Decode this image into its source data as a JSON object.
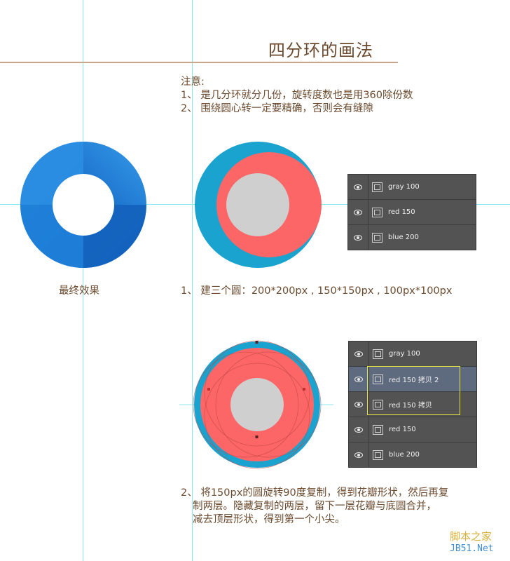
{
  "title": "四分环的画法",
  "notes": {
    "heading": "注意:",
    "line1": "1、 是几分环就分几份，旋转度数也是用360除份数",
    "line2": "2、 围绕圆心转一定要精确，否则会有缝隙"
  },
  "final_label": "最终效果",
  "step1": "1、 建三个圆：200*200px , 150*150px , 100px*100px",
  "step2": {
    "line1": "2、 将150px的圆旋转90度复制，得到花瓣形状，然后再复",
    "line2": "制两层。隐藏复制的两层，留下一层花瓣与底圆合并，",
    "line3": "减去顶层形状，得到第一个小尖。"
  },
  "layers_panel_1": [
    {
      "name": "gray 100"
    },
    {
      "name": "red 150"
    },
    {
      "name": "blue 200"
    }
  ],
  "layers_panel_2": [
    {
      "name": "gray 100"
    },
    {
      "name": "red 150 拷贝 2"
    },
    {
      "name": "red 150 拷贝"
    },
    {
      "name": "red 150"
    },
    {
      "name": "blue 200"
    }
  ],
  "watermark": {
    "line1": "脚本之家",
    "line2": "JB51.Net"
  },
  "colors": {
    "text": "#6b4a2e",
    "ring_blue": "#1e78d2",
    "circle_blue": "#1aa3cf",
    "circle_red": "#fd6666",
    "circle_gray": "#cfcfcf",
    "guide": "#8ae8ee",
    "panel_bg": "#535353"
  }
}
